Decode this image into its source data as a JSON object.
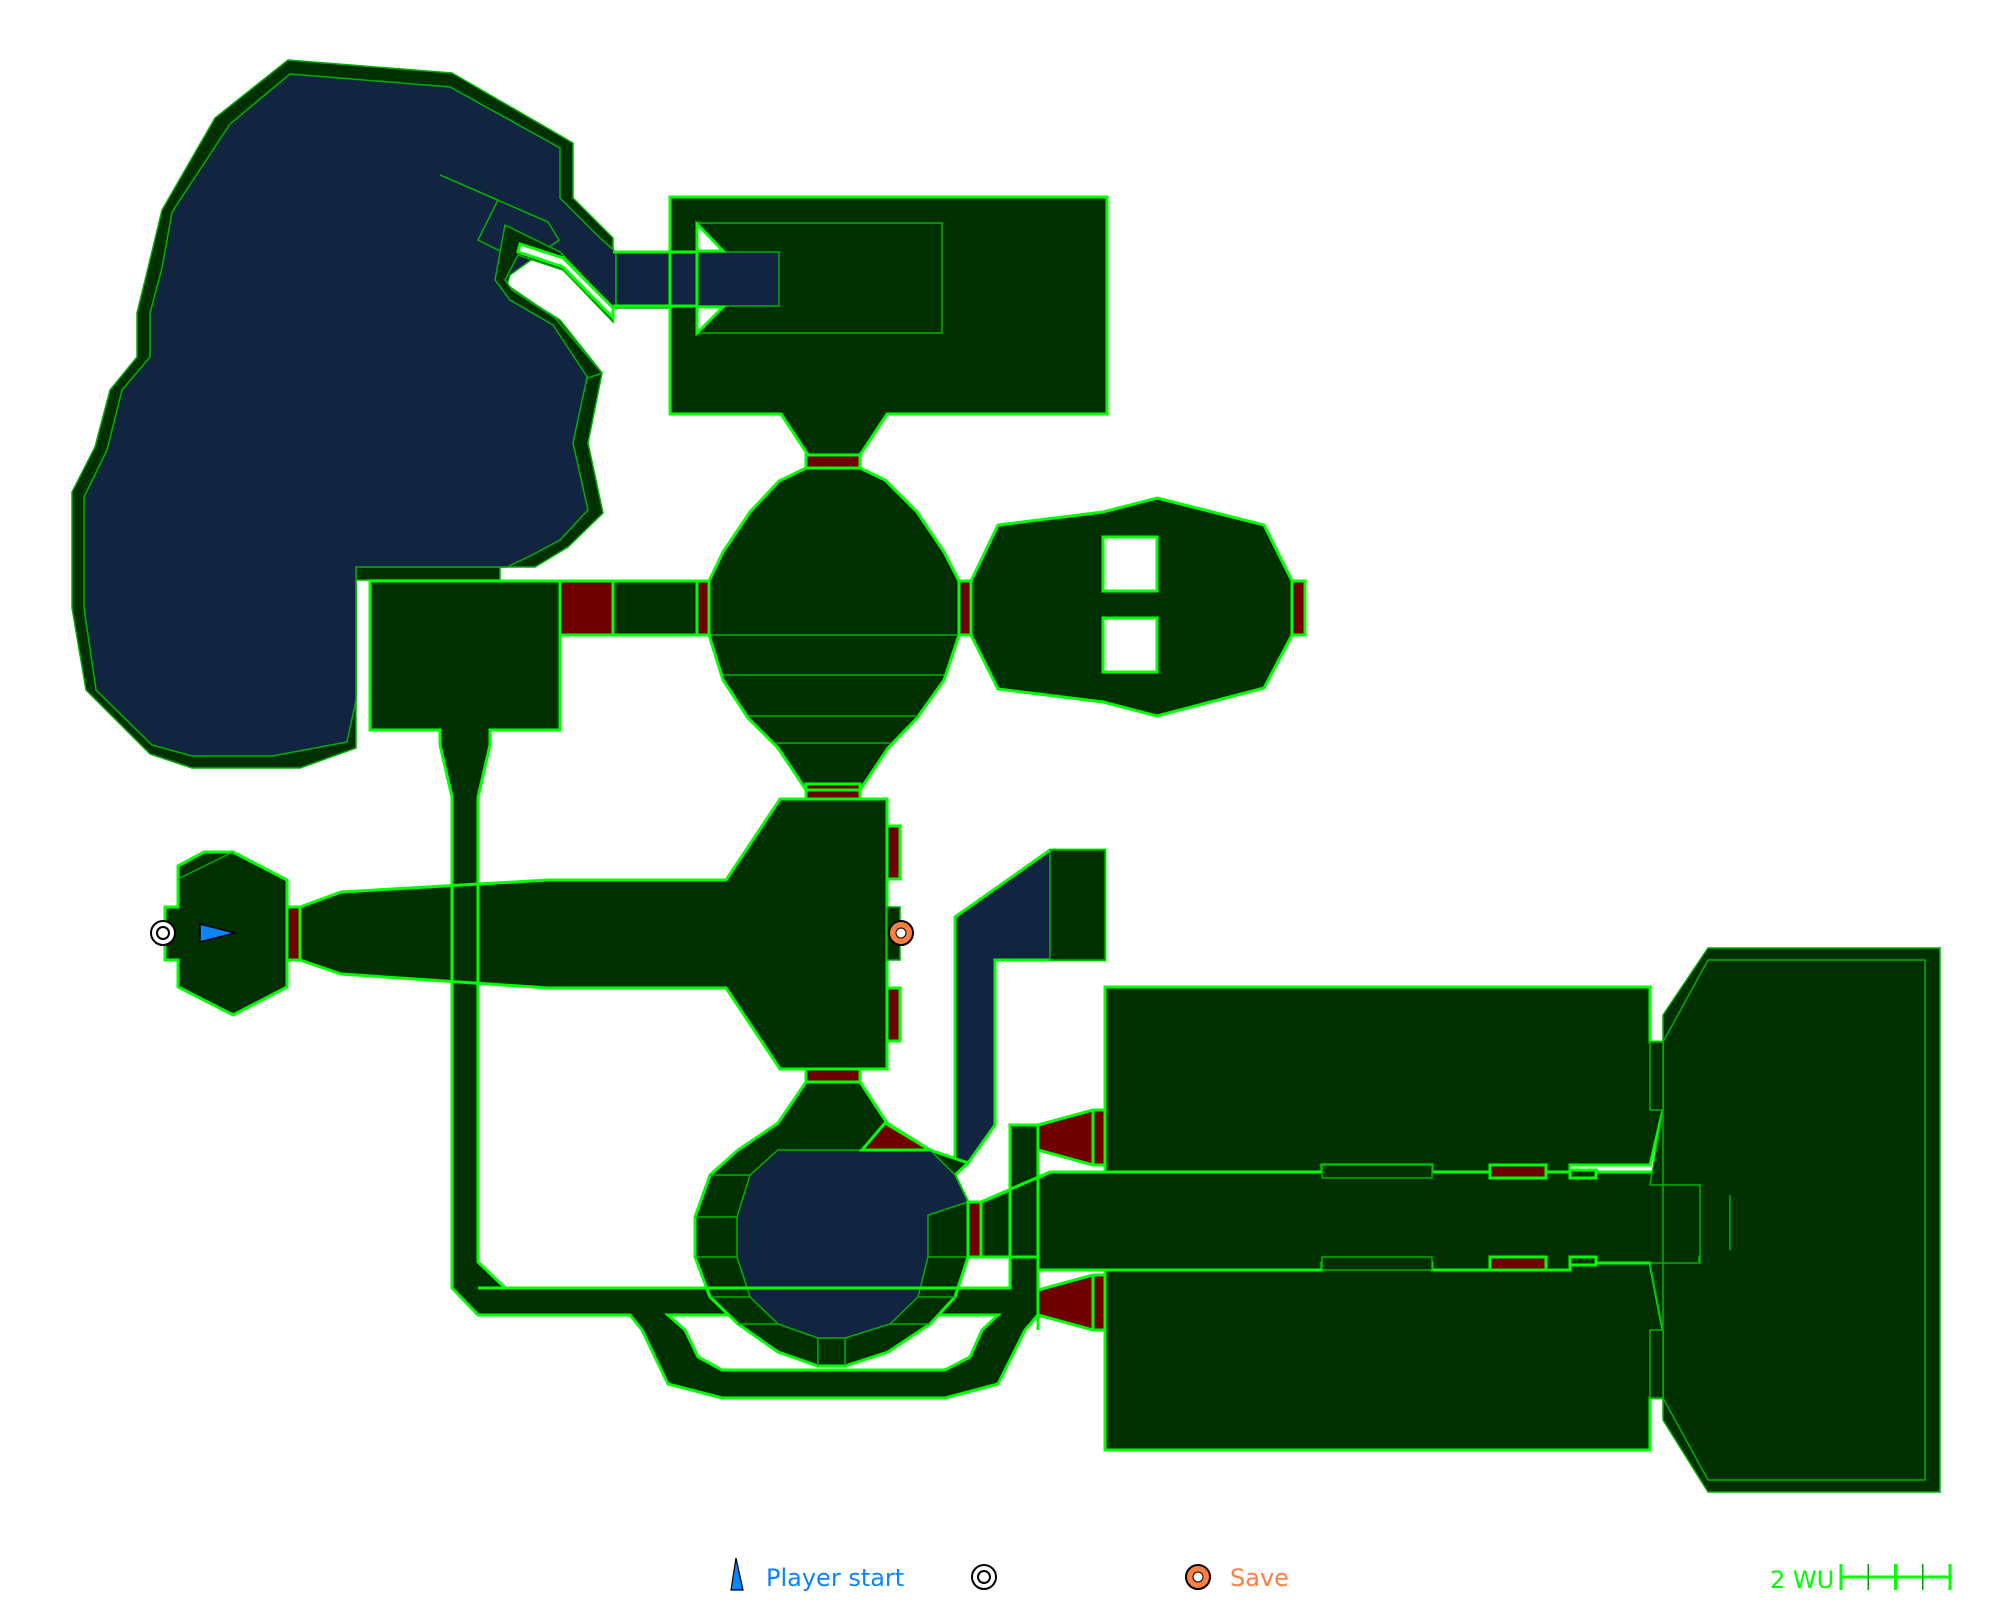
{
  "map": {
    "type": "level-automap",
    "colors": {
      "background": "#ffffff",
      "floor": "#003000",
      "wall": "#00ff00",
      "inner_line": "#00b000",
      "water": "#112540",
      "door": "#700000",
      "player": "#0a84ff",
      "save": "#ff7f3f",
      "teleport": "#ffffff"
    },
    "markers": [
      {
        "type": "player-start",
        "facing": "east"
      },
      {
        "type": "teleport"
      },
      {
        "type": "save"
      }
    ]
  },
  "legend": {
    "player_start_label": "Player start",
    "teleport_label": "",
    "save_label": "Save"
  },
  "scale": {
    "label": "2 WU",
    "divisions": 4
  }
}
